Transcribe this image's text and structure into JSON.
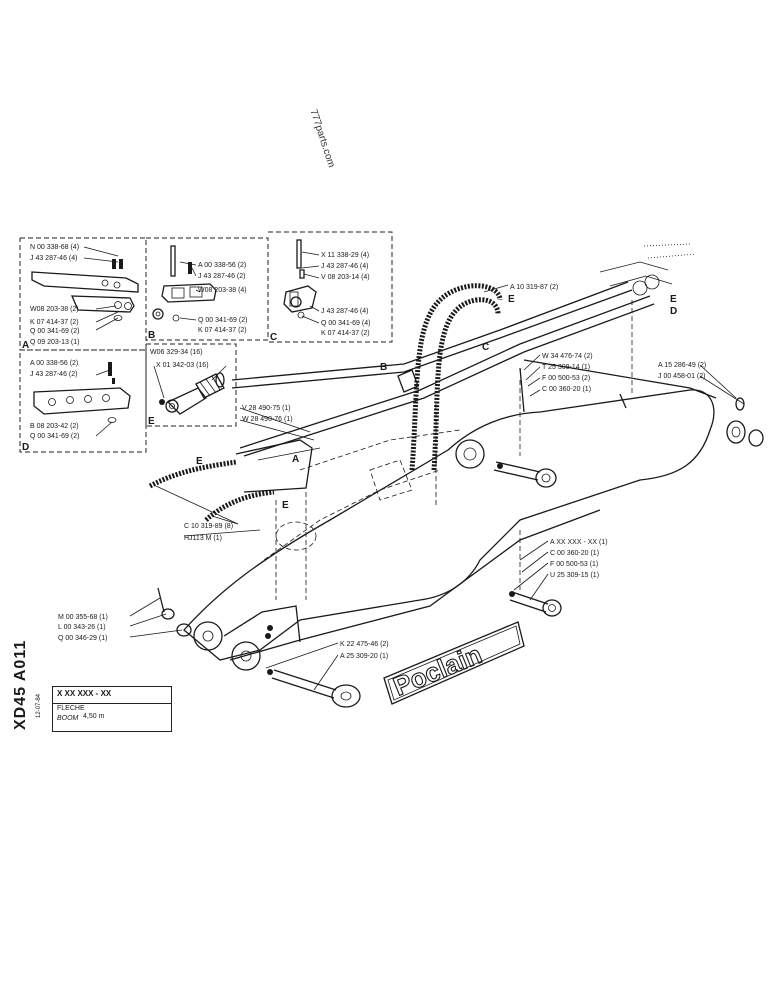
{
  "watermark": "777parts.com",
  "side_code": "XD45 A011",
  "side_date": "12-07-84",
  "title_block": {
    "ref": "X XX XXX - XX",
    "fr": "FLECHE",
    "en": "BOOM",
    "size": "4,50 m"
  },
  "brand": "Poclain",
  "detail_letters": [
    "A",
    "B",
    "C",
    "D",
    "E"
  ],
  "callouts": {
    "a1": "N 00 338-68 (4)",
    "a2": "J 43 287-46 (4)",
    "a3": "W08 203-38 (2)",
    "a4": "K 07 414-37 (2)",
    "a5": "Q 00 341-69 (2)",
    "a6": "Q 09 203-13 (1)",
    "b1": "A 00 338-56 (2)",
    "b2": "J 43 287-46 (2)",
    "b3": "W08 203-38 (4)",
    "b4": "Q 00 341-69 (2)",
    "b5": "K 07 414-37 (2)",
    "c1": "X 11 338-29 (4)",
    "c2": "J 43 287-46 (4)",
    "c3": "V 08 203-14 (4)",
    "c4": "J 43 287-46 (4)",
    "c5": "Q 00 341-69 (4)",
    "c6": "K 07 414-37 (2)",
    "d1": "A 00 338-56 (2)",
    "d2": "J 43 287-46 (2)",
    "d3": "B 08 203-42 (2)",
    "d4": "Q 00 341-69 (2)",
    "e1": "W06 329-34 (16)",
    "e2": "X 01 342-03 (16)",
    "m1": "A 10 319-87 (2)",
    "m2": "W 34 476-74 (2)",
    "m3": "T 25 309-14 (1)",
    "m4": "F 00 500-53 (2)",
    "m5": "C 00 360-20 (1)",
    "m6": "A 15 286-49 (2)",
    "m7": "J 00 458-01 (2)",
    "m8": "V 28 490-75 (1)",
    "m9": "W 28 490-76 (1)",
    "m10": "C 10 319-89 (8)",
    "m11": "HJ113 M   (1)",
    "m12": "A XX XXX - XX (1)",
    "m13": "C 00 360-20 (1)",
    "m14": "F 00 500-53 (1)",
    "m15": "U 25 309-15 (1)",
    "m16": "M 00 355-68 (1)",
    "m17": "L 00 343-26 (1)",
    "m18": "Q 00 346-29 (1)",
    "m19": "K 22 475-46 (2)",
    "m20": "A 25 309-20 (1)"
  }
}
